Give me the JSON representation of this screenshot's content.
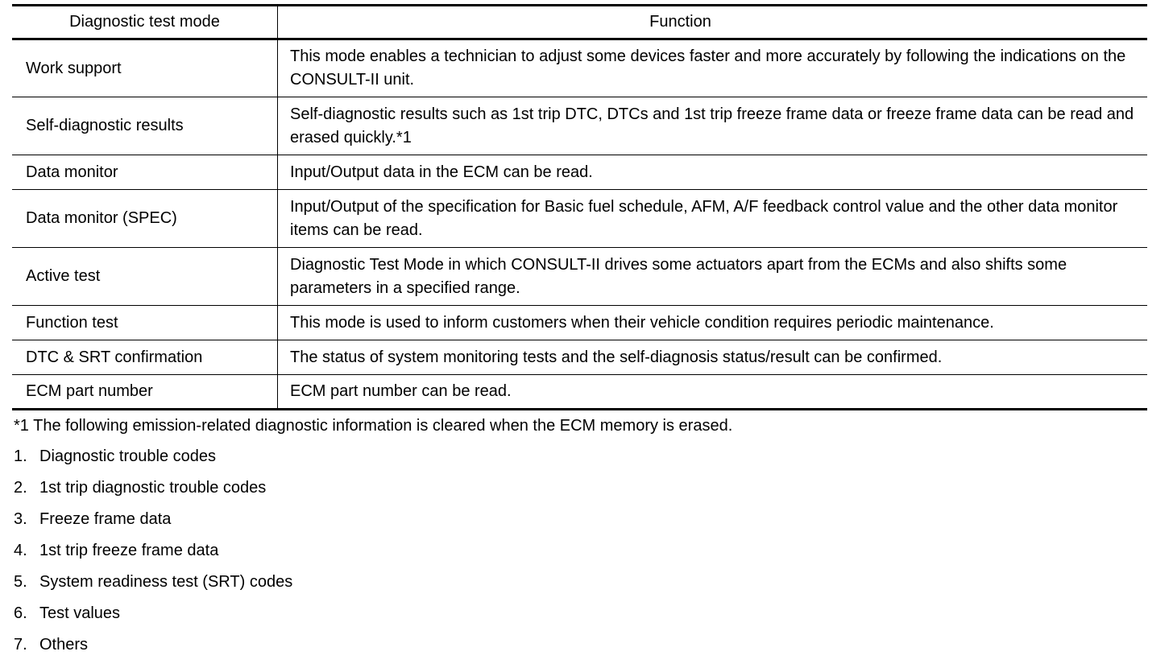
{
  "table": {
    "headers": [
      "Diagnostic test mode",
      "Function"
    ],
    "rows": [
      {
        "mode": "Work support",
        "function": "This mode enables a technician to adjust some devices faster and more accurately by following the indications on the CONSULT-II unit."
      },
      {
        "mode": "Self-diagnostic results",
        "function": "Self-diagnostic results such as 1st trip DTC, DTCs and 1st trip freeze frame data or freeze frame data can be read and erased quickly.*1"
      },
      {
        "mode": "Data monitor",
        "function": "Input/Output data in the ECM can be read."
      },
      {
        "mode": "Data monitor (SPEC)",
        "function": "Input/Output of the specification for Basic fuel schedule, AFM, A/F feedback control value and the other data monitor items can be read."
      },
      {
        "mode": "Active test",
        "function": "Diagnostic Test Mode in which CONSULT-II drives some actuators apart from the ECMs and also shifts some parameters in a specified range."
      },
      {
        "mode": "Function test",
        "function": "This mode is used to inform customers when their vehicle condition requires periodic maintenance."
      },
      {
        "mode": "DTC & SRT confirmation",
        "function": "The status of system monitoring tests and the self-diagnosis status/result can be confirmed."
      },
      {
        "mode": "ECM part number",
        "function": "ECM part number can be read."
      }
    ]
  },
  "footnote": "*1 The following emission-related diagnostic information is cleared when the ECM memory is erased.",
  "list": [
    {
      "num": "1.",
      "text": "Diagnostic trouble codes"
    },
    {
      "num": "2.",
      "text": "1st trip diagnostic trouble codes"
    },
    {
      "num": "3.",
      "text": "Freeze frame data"
    },
    {
      "num": "4.",
      "text": "1st trip freeze frame data"
    },
    {
      "num": "5.",
      "text": "System readiness test (SRT) codes"
    },
    {
      "num": "6.",
      "text": "Test values"
    },
    {
      "num": "7.",
      "text": "Others"
    }
  ]
}
